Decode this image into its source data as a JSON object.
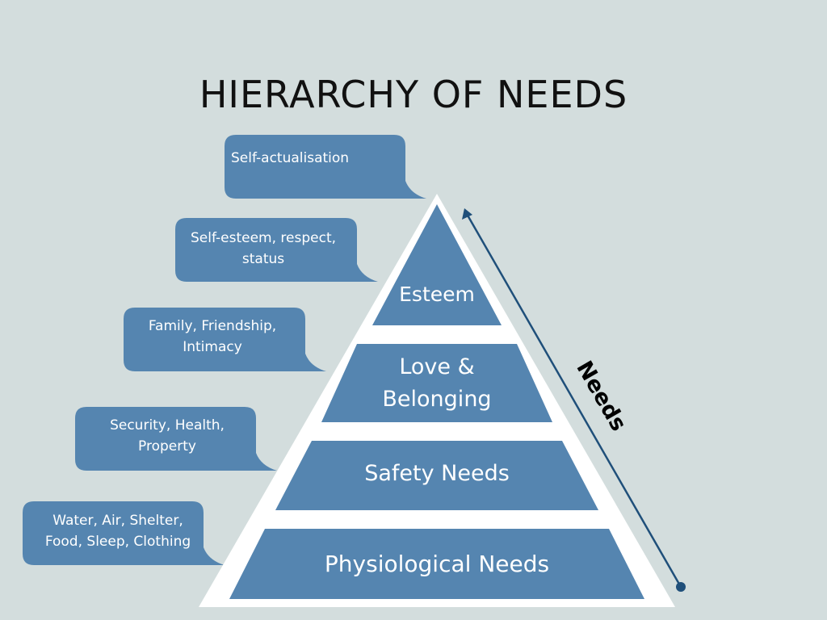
{
  "title": "HIERARCHY OF NEEDS",
  "arrow_label": "Needs",
  "colors": {
    "background": "#d3dddd",
    "level_fill": "#5585b0",
    "pyramid_outline": "#ffffff",
    "arrow": "#1f4f7a",
    "title_text": "#111111",
    "level_text": "#ffffff",
    "callout_text": "#ffffff"
  },
  "levels": [
    {
      "name": "Esteem",
      "callout": [
        "Self-esteem, respect,",
        "status"
      ]
    },
    {
      "name": "Love & Belonging",
      "name_lines": [
        "Love &",
        "Belonging"
      ],
      "callout": [
        "Family, Friendship,",
        "Intimacy"
      ]
    },
    {
      "name": "Safety Needs",
      "callout": [
        "Security, Health,",
        "Property"
      ]
    },
    {
      "name": "Physiological Needs",
      "callout": [
        "Water, Air, Shelter,",
        "Food, Sleep, Clothing"
      ]
    }
  ],
  "top_callout": "Self-actualisation"
}
